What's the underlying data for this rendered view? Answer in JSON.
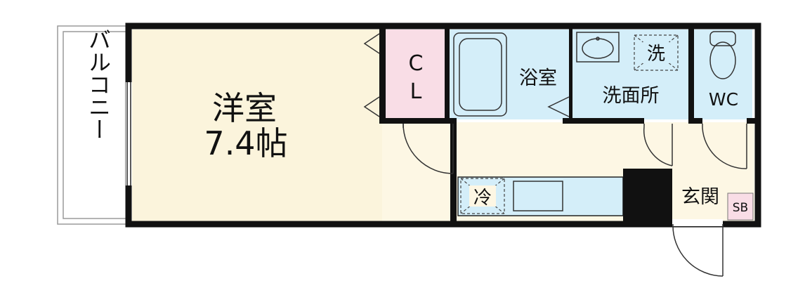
{
  "rooms": {
    "western_room": {
      "name": "洋室",
      "size": "7.4帖"
    },
    "closet": {
      "line1": "C",
      "line2": "L"
    },
    "bathroom": "浴室",
    "washroom": "洗面所",
    "washer_mark": "洗",
    "toilet": "WC",
    "fridge_mark": "冷",
    "entrance": "玄関",
    "shoe_box": "SB"
  },
  "balcony": "バルコニー",
  "colors": {
    "wall": "#111111",
    "western_room": "#fbf4dc",
    "closet": "#f9dde6",
    "wet_area": "#d4eef9",
    "hall": "#fdf7e4",
    "shoe_box": "#f9dde6"
  }
}
